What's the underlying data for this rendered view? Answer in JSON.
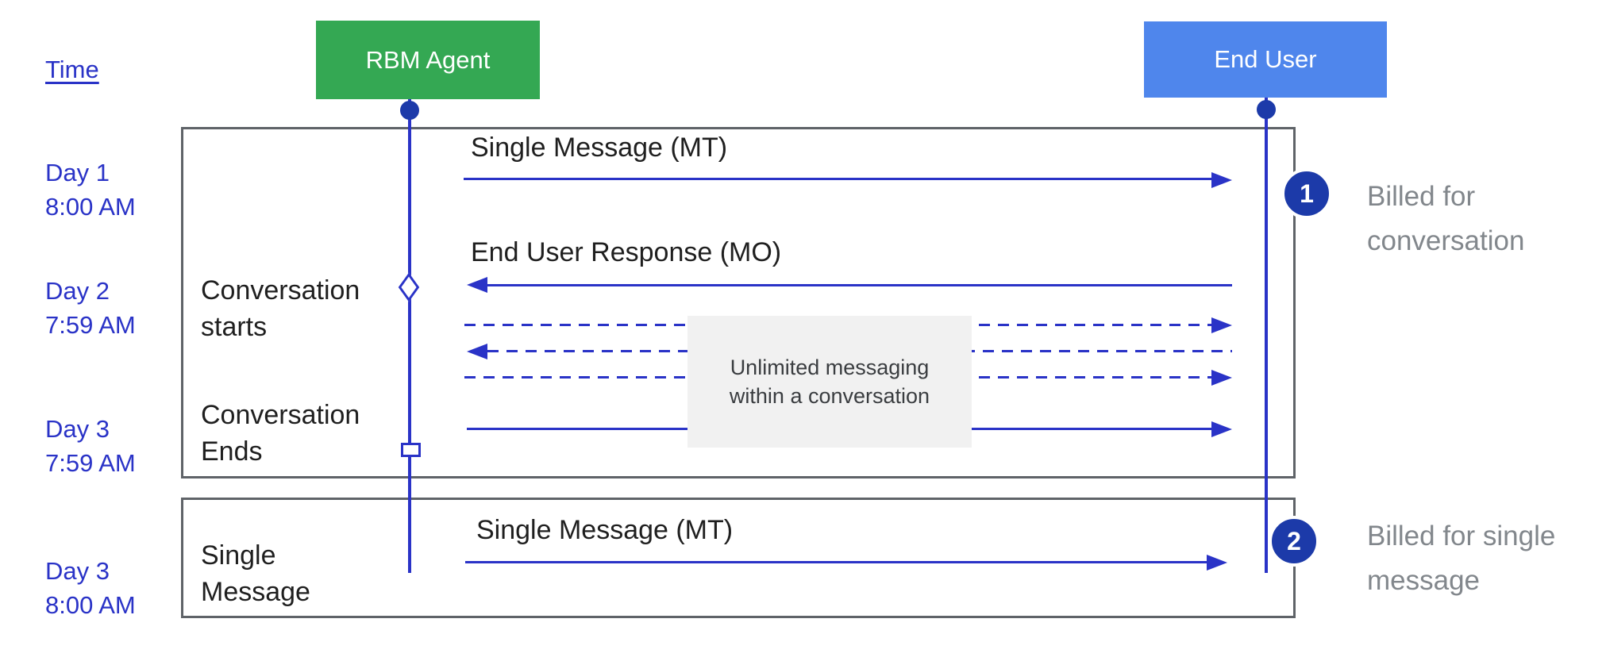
{
  "colors": {
    "green": "#34a853",
    "header_blue": "#4f86ec",
    "line_blue": "#2a33c7",
    "navy": "#1c3aa9",
    "border_gray": "#5f6368",
    "muted": "#82878c",
    "panel": "#f1f1f1",
    "ink": "#1f1f1f"
  },
  "time_label": "Time",
  "actors": {
    "agent": "RBM Agent",
    "end_user": "End User"
  },
  "timeline": [
    {
      "day": "Day 1",
      "time": "8:00 AM"
    },
    {
      "day": "Day 2",
      "time": "7:59 AM"
    },
    {
      "day": "Day 3",
      "time": "7:59 AM"
    },
    {
      "day": "Day 3",
      "time": "8:00 AM"
    }
  ],
  "box1": {
    "msg_mt": "Single Message (MT)",
    "msg_mo": "End User Response (MO)",
    "conversation_starts": [
      "Conversation",
      "starts"
    ],
    "conversation_ends": [
      "Conversation",
      "Ends"
    ],
    "unlimited_note": [
      "Unlimited messaging",
      "within a conversation"
    ]
  },
  "box2": {
    "label": [
      "Single",
      "Message"
    ],
    "msg_mt": "Single Message (MT)"
  },
  "annotations": [
    {
      "number": "1",
      "lines": [
        "Billed for",
        "conversation"
      ]
    },
    {
      "number": "2",
      "lines": [
        "Billed for single",
        "message"
      ]
    }
  ]
}
